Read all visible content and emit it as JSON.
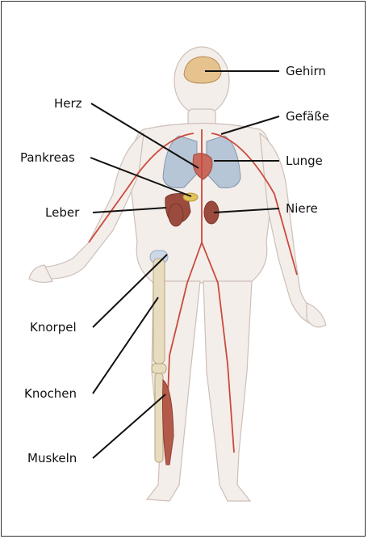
{
  "labels": {
    "gehirn": "Gehirn",
    "herz": "Herz",
    "gefaesse": "Gefäße",
    "pankreas": "Pankreas",
    "lunge": "Lunge",
    "leber": "Leber",
    "niere": "Niere",
    "knorpel": "Knorpel",
    "knochen": "Knochen",
    "muskeln": "Muskeln"
  }
}
